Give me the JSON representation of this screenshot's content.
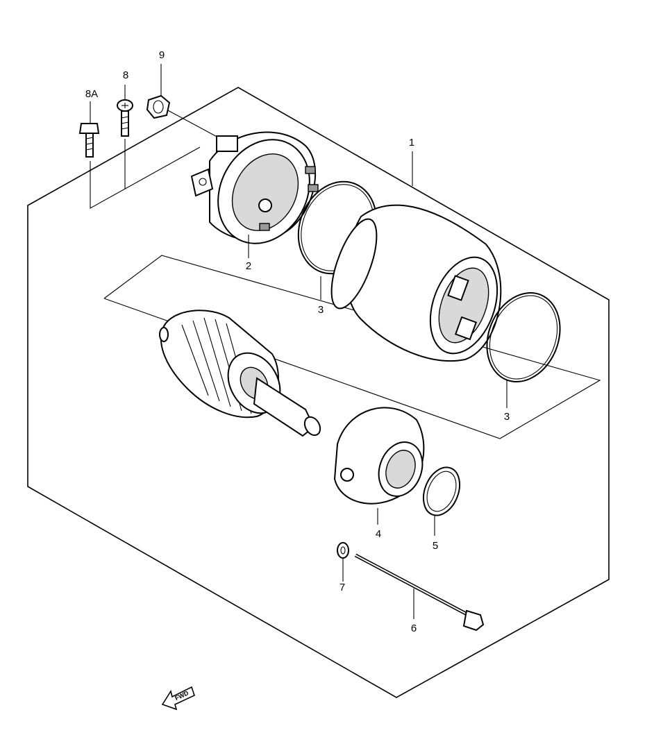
{
  "diagram": {
    "type": "exploded-parts-diagram",
    "callouts": [
      {
        "id": "c1",
        "label": "1"
      },
      {
        "id": "c2",
        "label": "2"
      },
      {
        "id": "c3a",
        "label": "3"
      },
      {
        "id": "c3b",
        "label": "3"
      },
      {
        "id": "c4",
        "label": "4"
      },
      {
        "id": "c5",
        "label": "5"
      },
      {
        "id": "c6",
        "label": "6"
      },
      {
        "id": "c7",
        "label": "7"
      },
      {
        "id": "c8",
        "label": "8"
      },
      {
        "id": "c8a",
        "label": "8A"
      },
      {
        "id": "c9",
        "label": "9"
      }
    ],
    "fwd_arrow": {
      "label": "FWD"
    }
  }
}
